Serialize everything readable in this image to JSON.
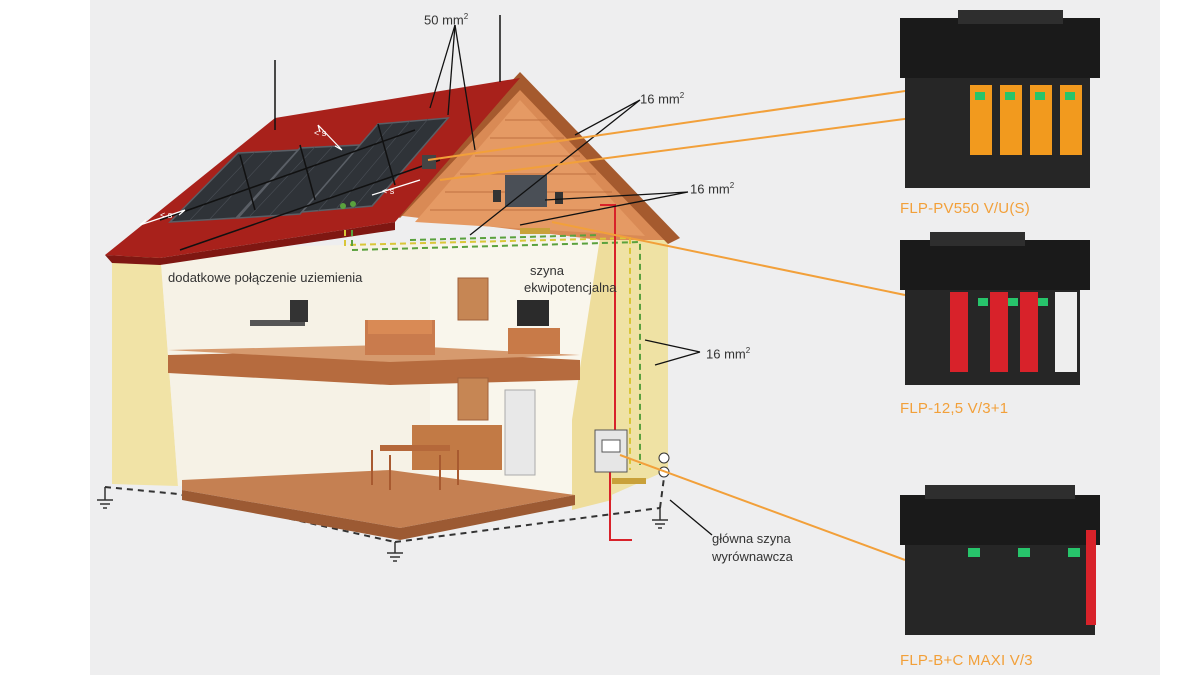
{
  "labels": {
    "cable_50": "50 mm",
    "cable_16_top": "16 mm",
    "cable_16_mid": "16 mm",
    "cable_16_right": "16 mm",
    "superscript": "2",
    "grounding": "dodatkowe połączenie uziemienia",
    "bus_line1": "szyna",
    "bus_line2": "ekwipotencjalna",
    "main_bus_line1": "główna szyna",
    "main_bus_line2": "wyrównawcza",
    "distance_marker": "< s"
  },
  "products": [
    {
      "name": "FLP-PV550 V/U(S)",
      "accent": "#f29a1e"
    },
    {
      "name": "FLP-12,5 V/3+1",
      "accent": "#d8222a"
    },
    {
      "name": "FLP-B+C MAXI V/3",
      "accent": "#d8222a"
    }
  ],
  "colors": {
    "leader": "#f2a03a",
    "roof": "#a8211b",
    "wall": "#f4ecc6",
    "wood": "#c97b4d",
    "panel": "#2f3338",
    "device": "#262626"
  }
}
